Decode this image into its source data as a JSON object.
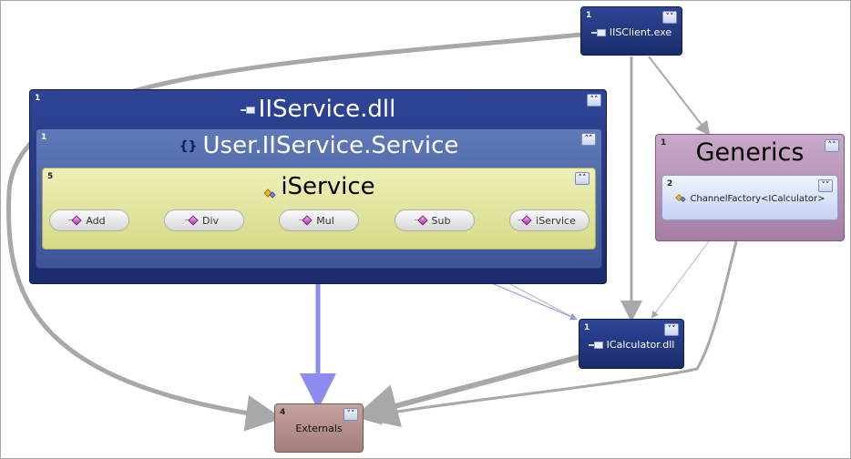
{
  "nodes": {
    "iisclient": {
      "count": "1",
      "label": "IISClient.exe"
    },
    "iiservice": {
      "count": "1",
      "label": "IIService.dll"
    },
    "namespace": {
      "count": "1",
      "label": "User.IIService.Service",
      "icon": "{}"
    },
    "iservice": {
      "count": "5",
      "label": "iService"
    },
    "methods": [
      {
        "label": "Add"
      },
      {
        "label": "Div"
      },
      {
        "label": "Mul"
      },
      {
        "label": "Sub"
      },
      {
        "label": "iService"
      }
    ],
    "generics": {
      "count": "1",
      "label": "Generics"
    },
    "channel_factory": {
      "count": "2",
      "label": "ChannelFactory<ICalculator>"
    },
    "icalculator": {
      "count": "1",
      "label": "ICalculator.dll"
    },
    "externals": {
      "count": "4",
      "label": "Externals"
    }
  },
  "glyphs": {
    "collapse": "˄˄",
    "expand": "˅˅"
  },
  "colors": {
    "assembly_dark": "#1b2c6c",
    "namespace_blue": "#4a64a8",
    "class_yellow": "#e4e8a0",
    "generics_purple": "#b090b0",
    "externals_brown": "#b08a86",
    "edge_gray": "#a8a8a8",
    "edge_blue": "#8c8cf0"
  }
}
